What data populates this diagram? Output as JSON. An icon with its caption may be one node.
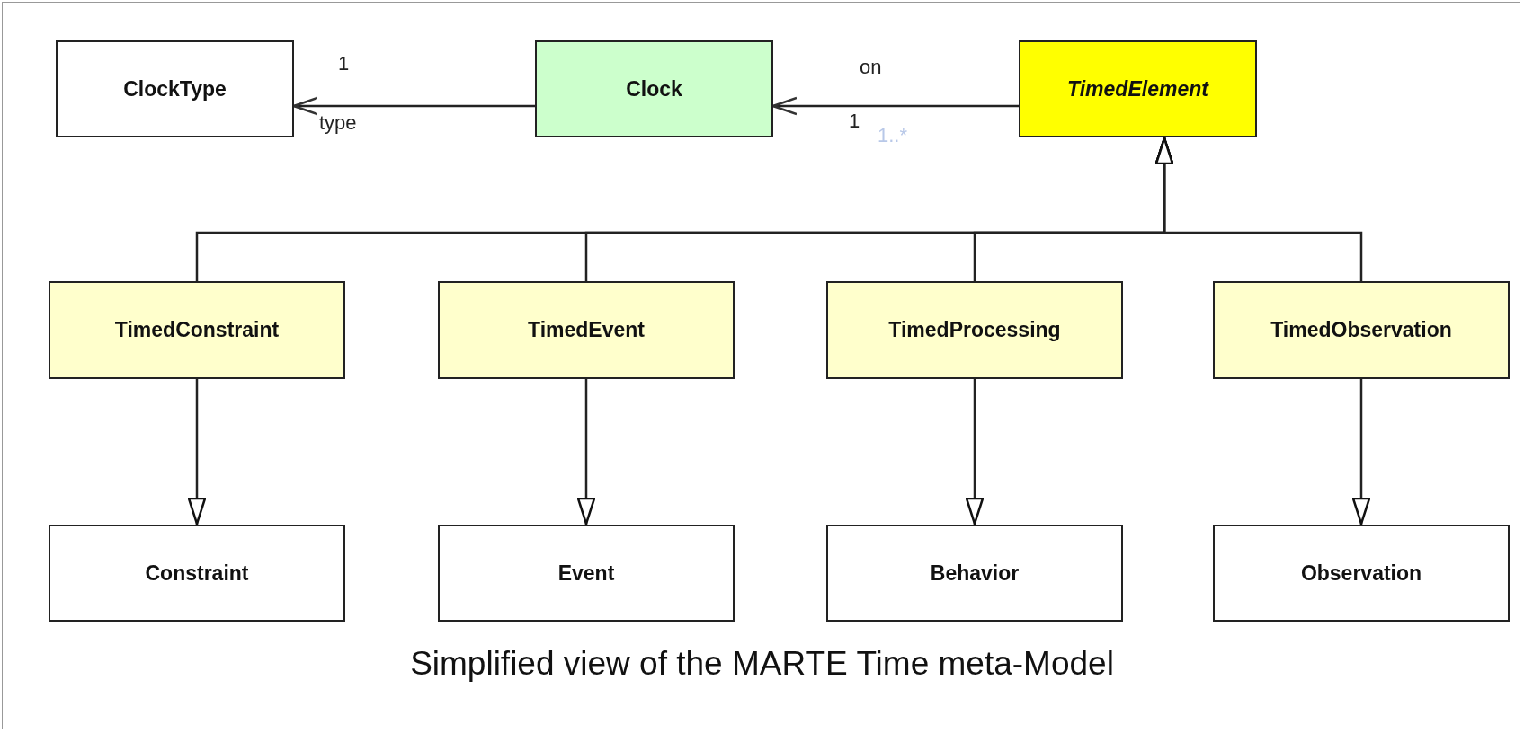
{
  "diagram": {
    "caption": "Simplified view of the MARTE Time meta-Model",
    "nodes": [
      {
        "text": [
          "ClockType"
        ]
      },
      {
        "text": [
          "Clock"
        ]
      },
      {
        "text": [
          "TimedElement"
        ]
      },
      {
        "text": [
          "TimedConstraint"
        ]
      },
      {
        "text": [
          "TimedEvent"
        ]
      },
      {
        "text": [
          "TimedProcessing"
        ]
      },
      {
        "text": [
          "TimedObservation"
        ]
      },
      {
        "text": [
          "Constraint"
        ]
      },
      {
        "text": [
          "Event"
        ]
      },
      {
        "text": [
          "Behavior"
        ]
      },
      {
        "text": [
          "Observation"
        ]
      }
    ],
    "edges": [
      {
        "from": 1,
        "to": 0,
        "arrow": "to"
      },
      {
        "from": 2,
        "to": 1,
        "arrow": "to"
      },
      {
        "from": 3,
        "to": 2,
        "arrow": "to"
      },
      {
        "from": 4,
        "to": 2,
        "arrow": "to"
      },
      {
        "from": 5,
        "to": 2,
        "arrow": "to"
      },
      {
        "from": 6,
        "to": 2,
        "arrow": "to"
      },
      {
        "from": 3,
        "to": 7,
        "arrow": "to"
      },
      {
        "from": 4,
        "to": 8,
        "arrow": "to"
      },
      {
        "from": 5,
        "to": 9,
        "arrow": "to"
      },
      {
        "from": 6,
        "to": 10,
        "arrow": "to"
      }
    ],
    "labels": [
      "1",
      "type",
      "on",
      "1",
      "1..*"
    ]
  }
}
